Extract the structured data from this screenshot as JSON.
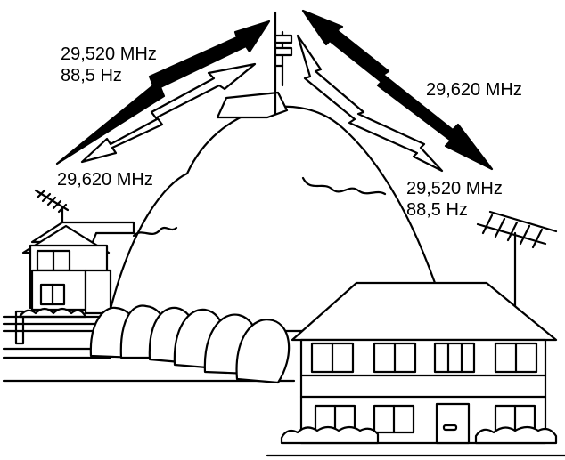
{
  "labels": {
    "uplink_left_freq": "29,520 MHz",
    "uplink_left_tone": "88,5 Hz",
    "downlink_left_freq": "29,620 MHz",
    "downlink_right_freq": "29,620 MHz",
    "uplink_right_freq": "29,520 MHz",
    "uplink_right_tone": "88,5 Hz"
  },
  "colors": {
    "line": "#000000",
    "background": "#ffffff"
  }
}
